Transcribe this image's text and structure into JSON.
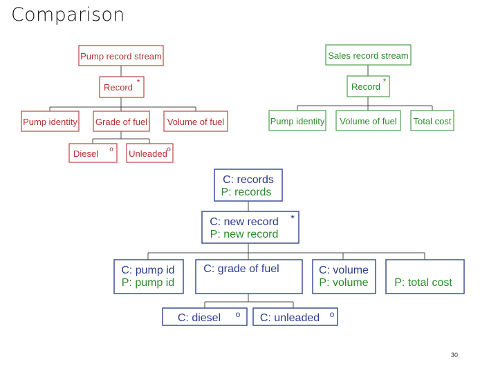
{
  "slide": {
    "title": "Comparison",
    "page_number": "30"
  },
  "colors": {
    "red": "#c0504d",
    "red_text": "#b03030",
    "green": "#5aa35a",
    "green_text": "#2a8a2a",
    "blue": "#3d4f99",
    "blue_text": "#2b3a8f",
    "connector": "#444444"
  },
  "symbols": {
    "iteration": "*",
    "selection": "o"
  },
  "pump_tree": {
    "root": "Pump record stream",
    "record": "Record",
    "children": [
      "Pump identity",
      "Grade of fuel",
      "Volume of fuel"
    ],
    "grade_options": [
      "Diesel",
      "Unleaded"
    ]
  },
  "sales_tree": {
    "root": "Sales record stream",
    "record": "Record",
    "children": [
      "Pump identity",
      "Volume of fuel",
      "Total cost"
    ]
  },
  "merged_tree": {
    "root": {
      "c": "C: records",
      "p": "P: records"
    },
    "record": {
      "c": "C: new record",
      "p": "P: new record"
    },
    "children": [
      {
        "c": "C: pump id",
        "p": "P: pump id"
      },
      {
        "c": "C: grade of fuel",
        "p": ""
      },
      {
        "c": "C: volume",
        "p": "P: volume"
      },
      {
        "c": "",
        "p": "P: total cost"
      }
    ],
    "grade_options": [
      "C: diesel",
      "C: unleaded"
    ]
  }
}
